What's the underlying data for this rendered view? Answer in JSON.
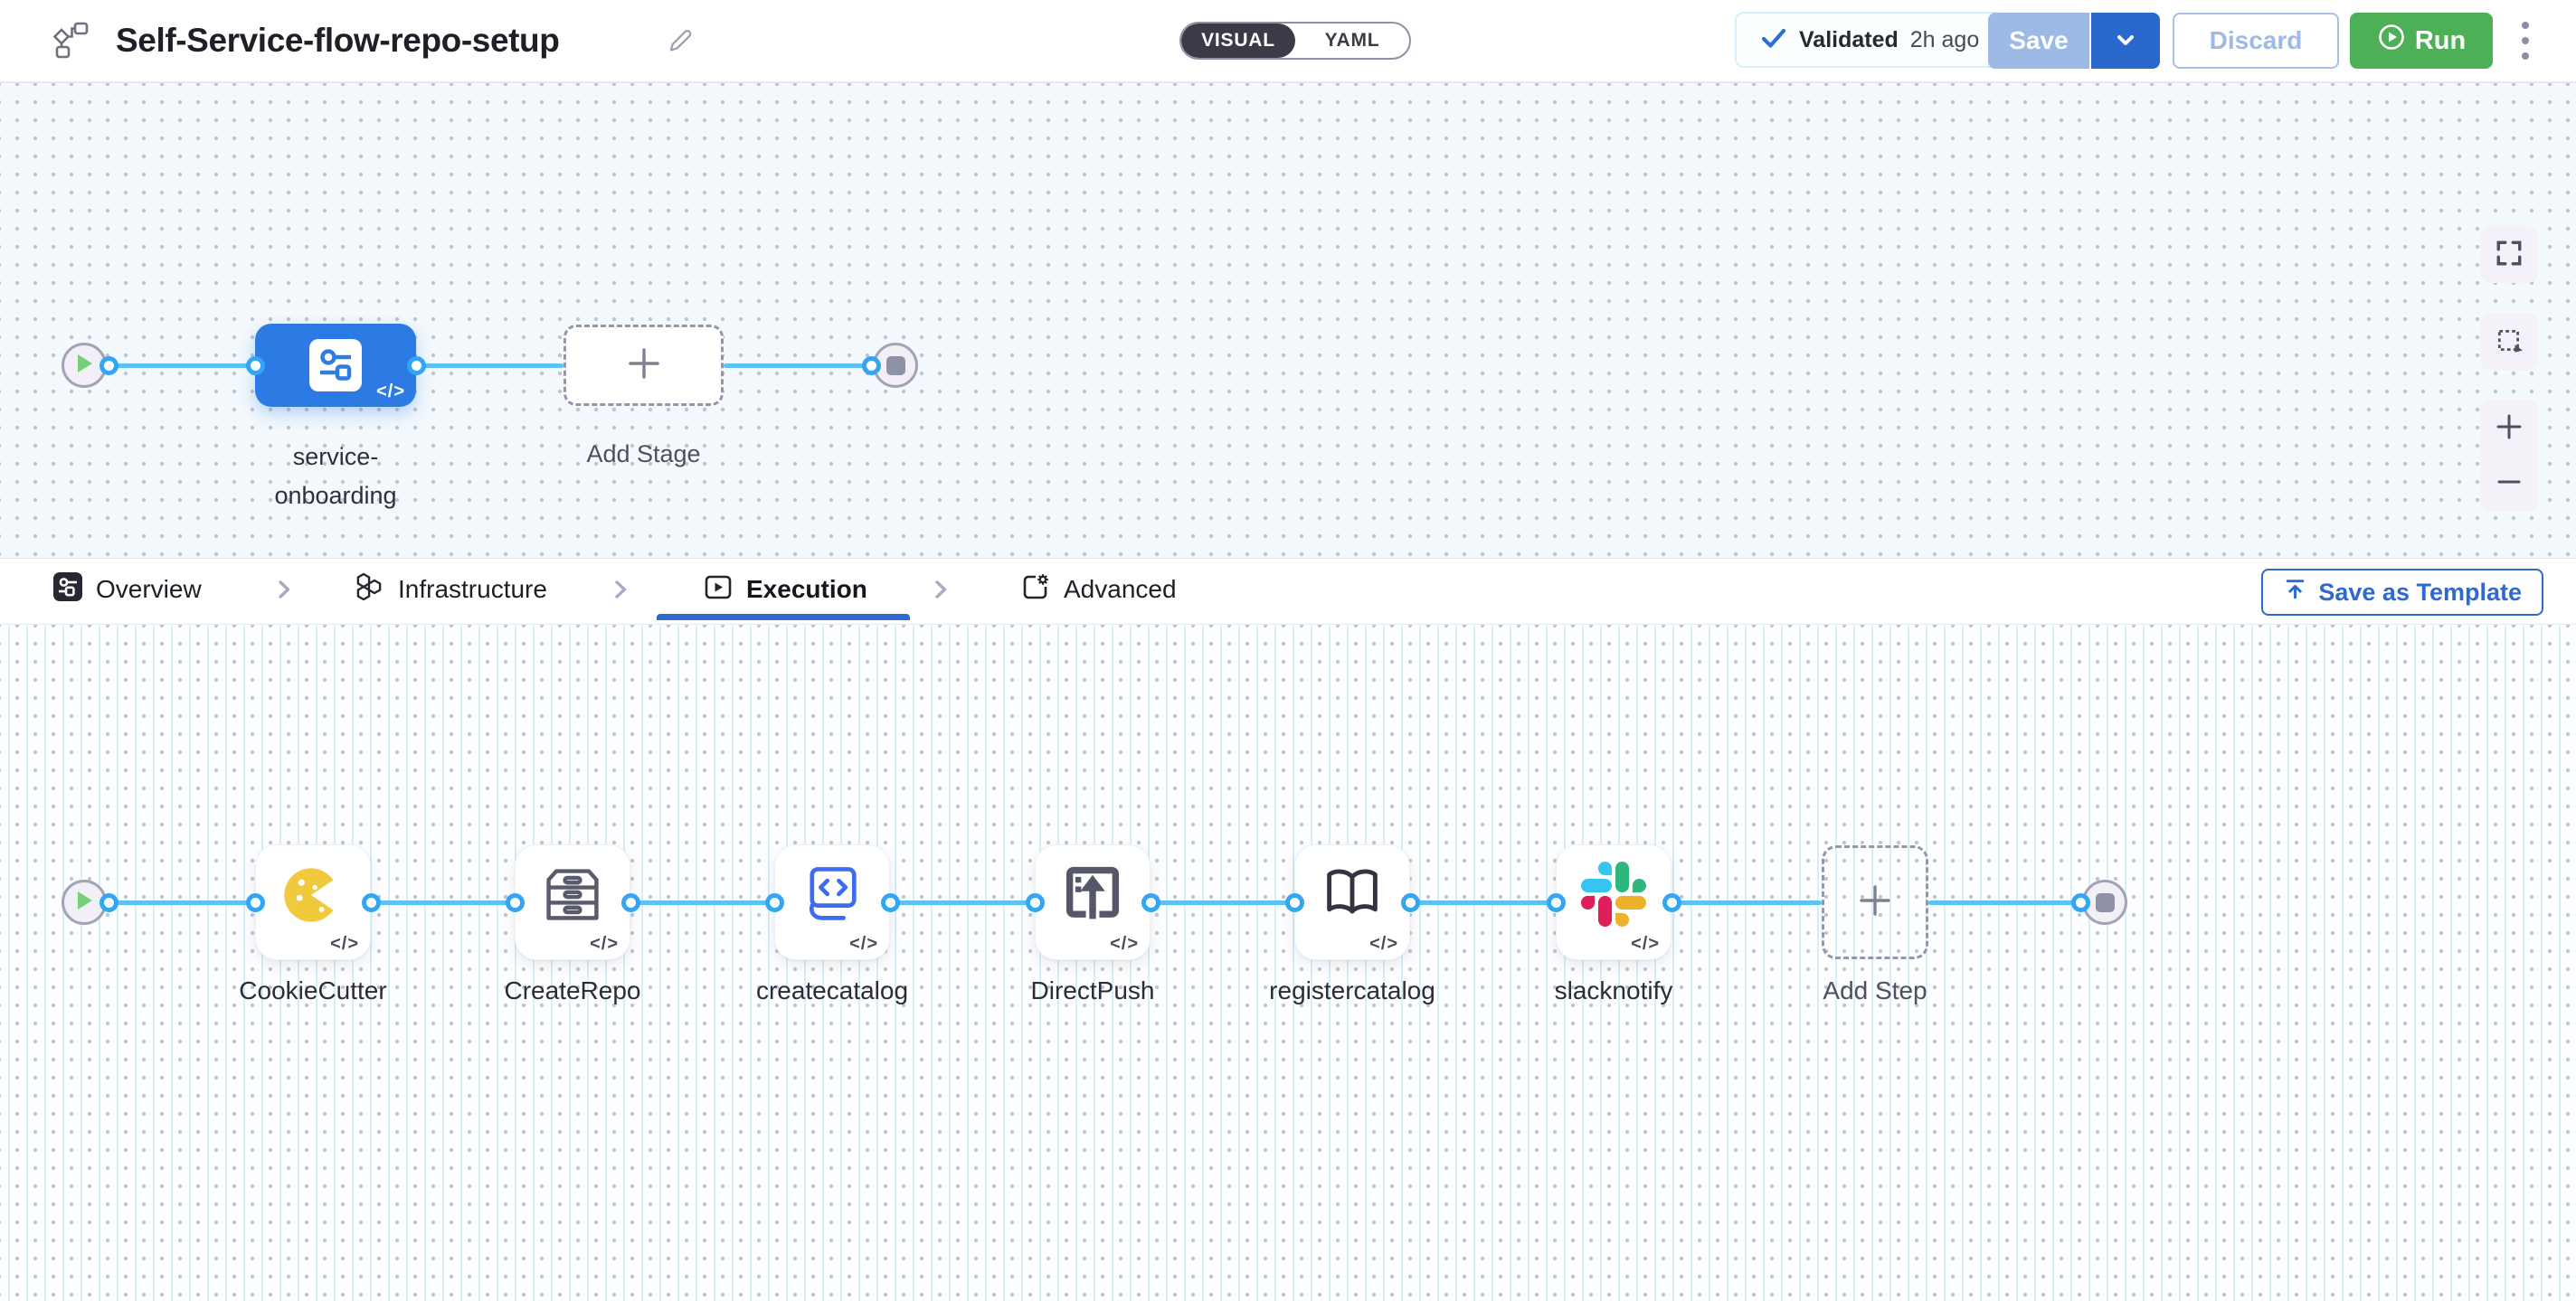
{
  "ui": {
    "code_badge": "</>"
  },
  "colors": {
    "accent_blue": "#2e6ace",
    "node_blue": "#2c7be4",
    "edge_blue": "#5cc1f5",
    "run_green": "#4db056",
    "save_disabled_blue": "#9dbae7",
    "toggle_dark": "#3a3b46"
  },
  "header": {
    "title": "Self-Service-flow-repo-setup",
    "mode_toggle": {
      "visual": "VISUAL",
      "yaml": "YAML",
      "active": "VISUAL"
    },
    "validation": {
      "label": "Validated",
      "time": "2h ago"
    },
    "buttons": {
      "save": "Save",
      "discard": "Discard",
      "run": "Run"
    }
  },
  "stage_canvas": {
    "stage": {
      "name": "service-onboarding",
      "label_line1": "service-",
      "label_line2": "onboarding"
    },
    "add_stage_label": "Add Stage"
  },
  "tabs": {
    "items": [
      {
        "label": "Overview"
      },
      {
        "label": "Infrastructure"
      },
      {
        "label": "Execution"
      },
      {
        "label": "Advanced"
      }
    ],
    "active": "Execution",
    "save_as_template": "Save as Template"
  },
  "execution_canvas": {
    "steps": [
      {
        "name": "CookieCutter",
        "icon": "cookiecutter-icon"
      },
      {
        "name": "CreateRepo",
        "icon": "drawer-cabinet-icon"
      },
      {
        "name": "createcatalog",
        "icon": "code-laptop-icon"
      },
      {
        "name": "DirectPush",
        "icon": "push-upload-icon"
      },
      {
        "name": "registercatalog",
        "icon": "open-book-icon"
      },
      {
        "name": "slacknotify",
        "icon": "slack-icon"
      }
    ],
    "add_step_label": "Add Step"
  }
}
